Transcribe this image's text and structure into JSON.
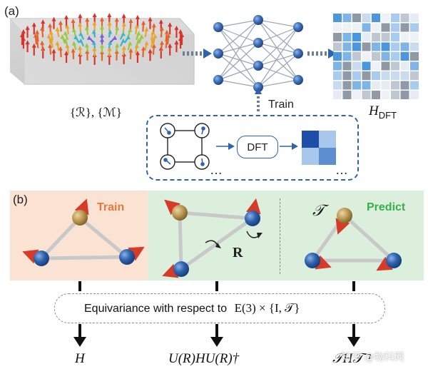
{
  "panel_a": {
    "label": "(a)",
    "input_caption": "{ℛ}, {ℳ}",
    "train_label": "Train",
    "output_label_main": "H",
    "output_label_sub": "DFT",
    "dft_label": "DFT",
    "ellipsis_left": "…",
    "ellipsis_right": "…"
  },
  "panel_b": {
    "label": "(b)",
    "train_tag": "Train",
    "predict_tag": "Predict",
    "rotation_label": "R",
    "time_reversal_label": "𝒯",
    "equivariance_prefix": "Equivariance with respect to",
    "equivariance_group": "E(3) × {I, 𝒯}",
    "outputs": [
      "H",
      "U(R)HU(R)†",
      "𝒯H𝒯⁻¹"
    ]
  },
  "watermark": "知乎 @物科网",
  "colors": {
    "accent_blue": "#2f63ad",
    "train_bg": "#fbe3d3",
    "predict_bg": "#dcefdc",
    "train_tag": "#e8773a",
    "predict_tag": "#38b04a",
    "spin_red": "#d63b2a",
    "atom_blue": "#2a5ba8",
    "atom_gold": "#b8964e"
  }
}
